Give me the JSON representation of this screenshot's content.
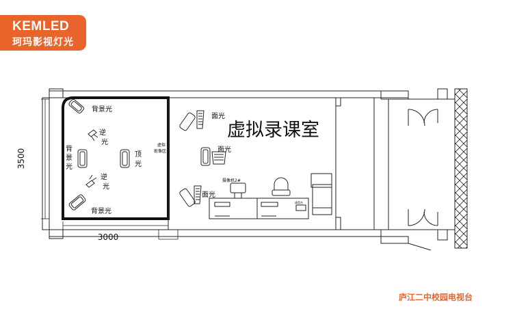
{
  "brand": {
    "name": "KEMLED",
    "subtitle": "珂玛影视灯光",
    "color": "#e8642a"
  },
  "room_title": "虚拟录课室",
  "dimensions": {
    "height_label": "3500",
    "width_label": "3000"
  },
  "virtual_zone": {
    "line1": "虚拟",
    "line2": "抠像区"
  },
  "light_labels": {
    "back_top": "背景光",
    "back_left": "背景光",
    "back_bottom": "背景光",
    "reverse_top": "逆光",
    "reverse_bottom": "逆光",
    "top": "顶光",
    "face_1": "面光",
    "face_2": "面光",
    "face_3": "面光"
  },
  "equipment": {
    "camera_label": "摄像机2#",
    "desk_small_label": "调音台"
  },
  "footer": "庐江二中校园电视台"
}
